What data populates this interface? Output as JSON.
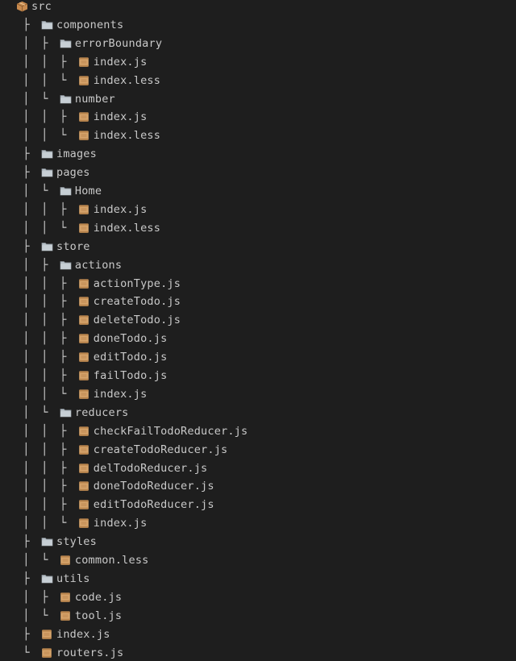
{
  "colors": {
    "background": "#1e1e1e",
    "text": "#c9c9c9",
    "folder": "#b7c0c7",
    "file": "#d6a46b",
    "package": "#c88a4e"
  },
  "tree": [
    {
      "depth": 0,
      "prefix": [],
      "icon": "package-icon",
      "name": "src"
    },
    {
      "depth": 1,
      "prefix": [
        "tee"
      ],
      "icon": "folder-icon",
      "name": "components"
    },
    {
      "depth": 2,
      "prefix": [
        "pipe",
        "tee"
      ],
      "icon": "folder-icon",
      "name": "errorBoundary"
    },
    {
      "depth": 3,
      "prefix": [
        "pipe",
        "pipe",
        "tee"
      ],
      "icon": "file-icon",
      "name": "index.js"
    },
    {
      "depth": 3,
      "prefix": [
        "pipe",
        "pipe",
        "end"
      ],
      "icon": "file-icon",
      "name": "index.less"
    },
    {
      "depth": 2,
      "prefix": [
        "pipe",
        "end"
      ],
      "icon": "folder-icon",
      "name": "number"
    },
    {
      "depth": 3,
      "prefix": [
        "pipe",
        "pipe",
        "tee"
      ],
      "icon": "file-icon",
      "name": "index.js"
    },
    {
      "depth": 3,
      "prefix": [
        "pipe",
        "pipe",
        "end"
      ],
      "icon": "file-icon",
      "name": "index.less"
    },
    {
      "depth": 1,
      "prefix": [
        "tee"
      ],
      "icon": "folder-icon",
      "name": "images"
    },
    {
      "depth": 1,
      "prefix": [
        "tee"
      ],
      "icon": "folder-icon",
      "name": "pages"
    },
    {
      "depth": 2,
      "prefix": [
        "pipe",
        "end"
      ],
      "icon": "folder-icon",
      "name": "Home"
    },
    {
      "depth": 3,
      "prefix": [
        "pipe",
        "pipe",
        "tee"
      ],
      "icon": "file-icon",
      "name": "index.js"
    },
    {
      "depth": 3,
      "prefix": [
        "pipe",
        "pipe",
        "end"
      ],
      "icon": "file-icon",
      "name": "index.less"
    },
    {
      "depth": 1,
      "prefix": [
        "tee"
      ],
      "icon": "folder-icon",
      "name": "store"
    },
    {
      "depth": 2,
      "prefix": [
        "pipe",
        "tee"
      ],
      "icon": "folder-icon",
      "name": "actions"
    },
    {
      "depth": 3,
      "prefix": [
        "pipe",
        "pipe",
        "tee"
      ],
      "icon": "file-icon",
      "name": "actionType.js"
    },
    {
      "depth": 3,
      "prefix": [
        "pipe",
        "pipe",
        "tee"
      ],
      "icon": "file-icon",
      "name": "createTodo.js"
    },
    {
      "depth": 3,
      "prefix": [
        "pipe",
        "pipe",
        "tee"
      ],
      "icon": "file-icon",
      "name": "deleteTodo.js"
    },
    {
      "depth": 3,
      "prefix": [
        "pipe",
        "pipe",
        "tee"
      ],
      "icon": "file-icon",
      "name": "doneTodo.js"
    },
    {
      "depth": 3,
      "prefix": [
        "pipe",
        "pipe",
        "tee"
      ],
      "icon": "file-icon",
      "name": "editTodo.js"
    },
    {
      "depth": 3,
      "prefix": [
        "pipe",
        "pipe",
        "tee"
      ],
      "icon": "file-icon",
      "name": "failTodo.js"
    },
    {
      "depth": 3,
      "prefix": [
        "pipe",
        "pipe",
        "end"
      ],
      "icon": "file-icon",
      "name": "index.js"
    },
    {
      "depth": 2,
      "prefix": [
        "pipe",
        "end"
      ],
      "icon": "folder-icon",
      "name": "reducers"
    },
    {
      "depth": 3,
      "prefix": [
        "pipe",
        "pipe",
        "tee"
      ],
      "icon": "file-icon",
      "name": "checkFailTodoReducer.js"
    },
    {
      "depth": 3,
      "prefix": [
        "pipe",
        "pipe",
        "tee"
      ],
      "icon": "file-icon",
      "name": "createTodoReducer.js"
    },
    {
      "depth": 3,
      "prefix": [
        "pipe",
        "pipe",
        "tee"
      ],
      "icon": "file-icon",
      "name": "delTodoReducer.js"
    },
    {
      "depth": 3,
      "prefix": [
        "pipe",
        "pipe",
        "tee"
      ],
      "icon": "file-icon",
      "name": "doneTodoReducer.js"
    },
    {
      "depth": 3,
      "prefix": [
        "pipe",
        "pipe",
        "tee"
      ],
      "icon": "file-icon",
      "name": "editTodoReducer.js"
    },
    {
      "depth": 3,
      "prefix": [
        "pipe",
        "pipe",
        "end"
      ],
      "icon": "file-icon",
      "name": "index.js"
    },
    {
      "depth": 1,
      "prefix": [
        "tee"
      ],
      "icon": "folder-icon",
      "name": "styles"
    },
    {
      "depth": 2,
      "prefix": [
        "pipe",
        "end"
      ],
      "icon": "file-icon",
      "name": "common.less"
    },
    {
      "depth": 1,
      "prefix": [
        "tee"
      ],
      "icon": "folder-icon",
      "name": "utils"
    },
    {
      "depth": 2,
      "prefix": [
        "pipe",
        "tee"
      ],
      "icon": "file-icon",
      "name": "code.js"
    },
    {
      "depth": 2,
      "prefix": [
        "pipe",
        "end"
      ],
      "icon": "file-icon",
      "name": "tool.js"
    },
    {
      "depth": 1,
      "prefix": [
        "tee"
      ],
      "icon": "file-icon",
      "name": "index.js"
    },
    {
      "depth": 1,
      "prefix": [
        "end"
      ],
      "icon": "file-icon",
      "name": "routers.js"
    }
  ]
}
